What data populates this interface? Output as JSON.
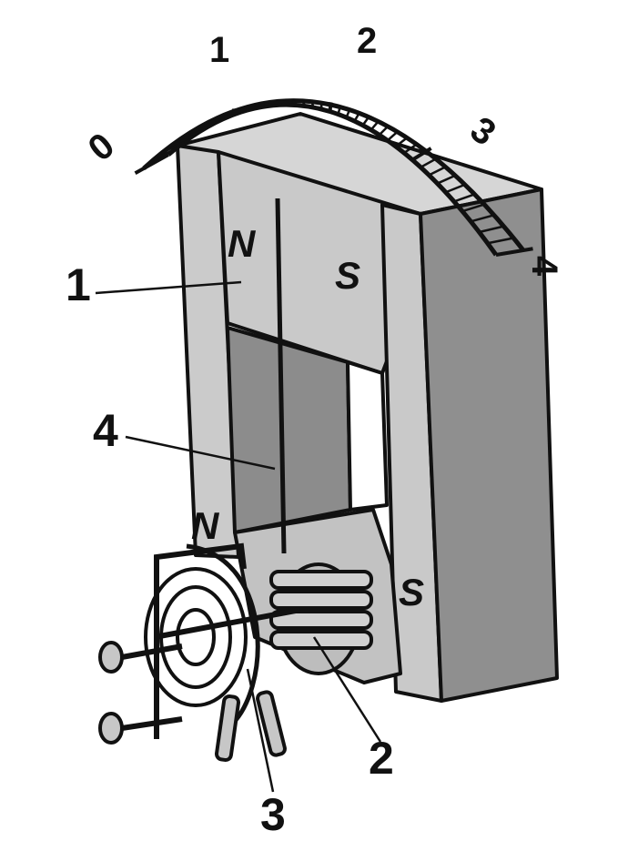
{
  "diagram": {
    "scale": {
      "numbers": [
        "0",
        "1",
        "2",
        "3",
        "4"
      ]
    },
    "poles": {
      "top_north": "N",
      "top_south": "S",
      "bottom_north": "N",
      "bottom_south": "S"
    },
    "callouts": {
      "magnet": "1",
      "coil": "2",
      "spring": "3",
      "pointer": "4"
    },
    "colors": {
      "outline": "#111111",
      "face_light": "#c9c9c9",
      "face_mid": "#b3b3b3",
      "face_dark": "#8c8c8c",
      "background": "#ffffff"
    }
  }
}
